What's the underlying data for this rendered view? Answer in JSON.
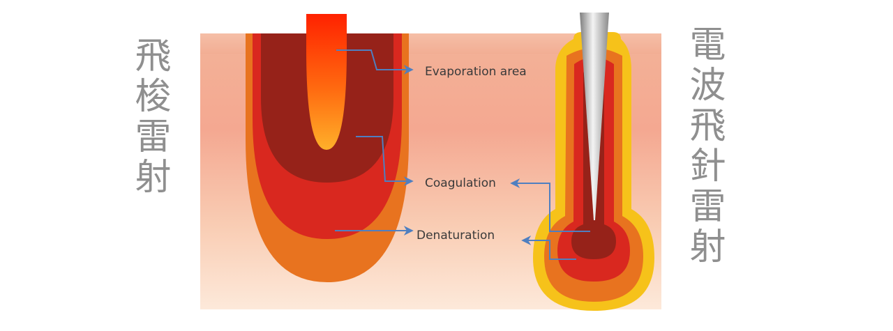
{
  "titles": {
    "left": "飛梭雷射",
    "right": "電波飛針雷射"
  },
  "labels": {
    "evaporation": "Evaporation area",
    "coagulation": "Coagulation",
    "denaturation": "Denaturation"
  },
  "colors": {
    "skin_top": "#f6c1a6",
    "skin_mid": "#f4a891",
    "skin_bottom": "#fde4d2",
    "denaturation_zone": "#e8731f",
    "coagulation_zone": "#d9281f",
    "evaporation_zone": "#962219",
    "beam_top": "#ff2a00",
    "beam_bottom": "#ffa21f",
    "rf_outer": "#f6c21a",
    "arrow": "#4f7fc0",
    "needle_light": "#f2f2f2",
    "needle_dark": "#8c8c8c"
  }
}
